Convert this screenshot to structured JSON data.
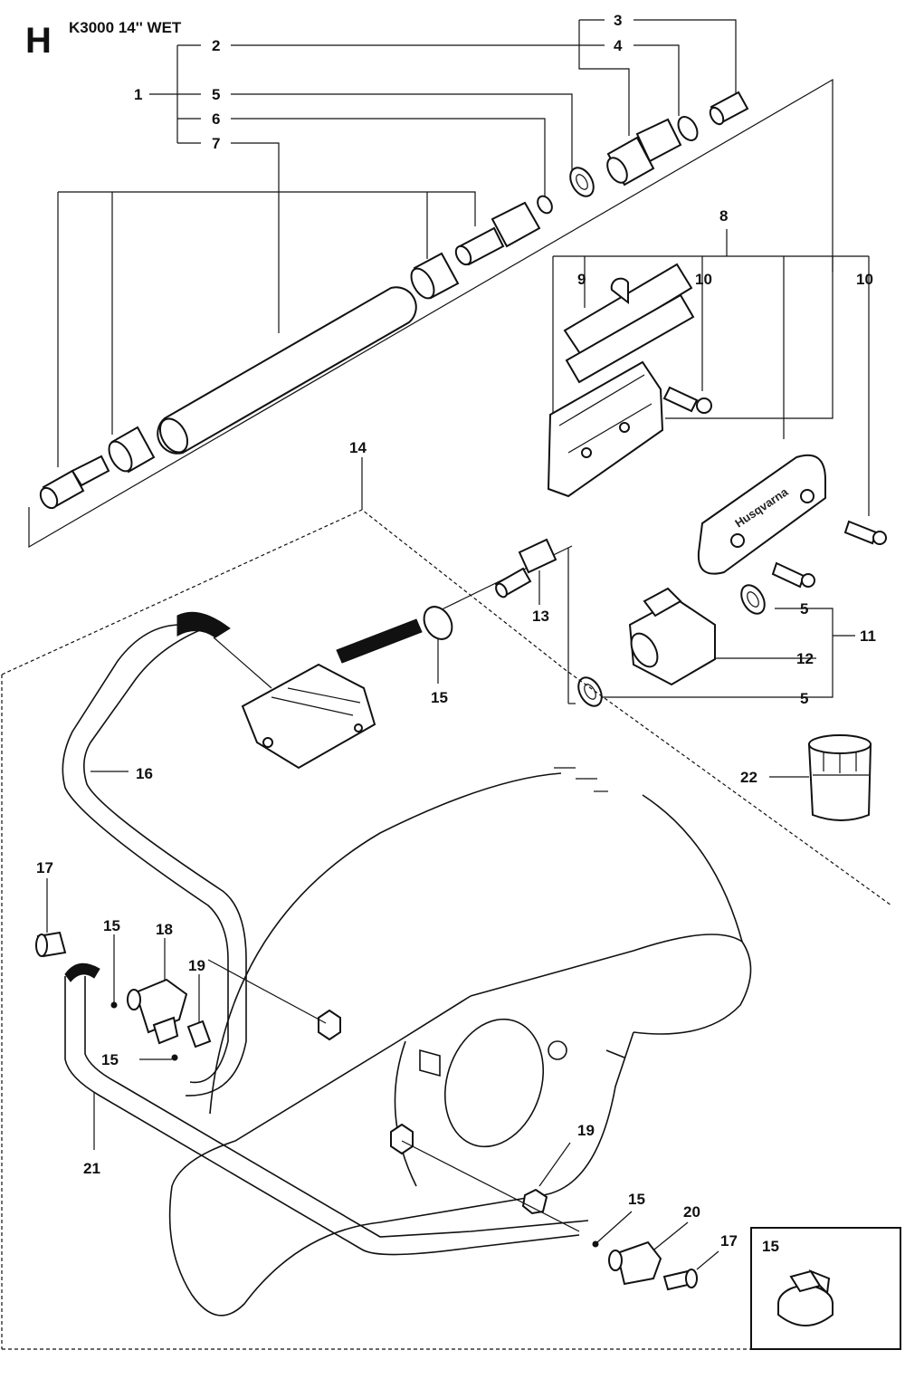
{
  "header": {
    "section_letter": "H",
    "model_title": "K3000 14'' WET"
  },
  "callouts": {
    "c1": "1",
    "c2": "2",
    "c3": "3",
    "c4": "4",
    "c5a": "5",
    "c6": "6",
    "c7": "7",
    "c8": "8",
    "c9": "9",
    "c10a": "10",
    "c10b": "10",
    "c5b": "5",
    "c11": "11",
    "c12": "12",
    "c5c": "5",
    "c13": "13",
    "c14": "14",
    "c15a": "15",
    "c16": "16",
    "c22": "22",
    "c17a": "17",
    "c15b": "15",
    "c18": "18",
    "c19a": "19",
    "c15c": "15",
    "c21": "21",
    "c19b": "19",
    "c15d": "15",
    "c20": "20",
    "c17b": "17"
  },
  "inset": {
    "label": "15"
  },
  "brand_mark": "Husqvarna",
  "icons": {
    "section": "section-letter",
    "parts": "exploded-parts-diagram"
  }
}
